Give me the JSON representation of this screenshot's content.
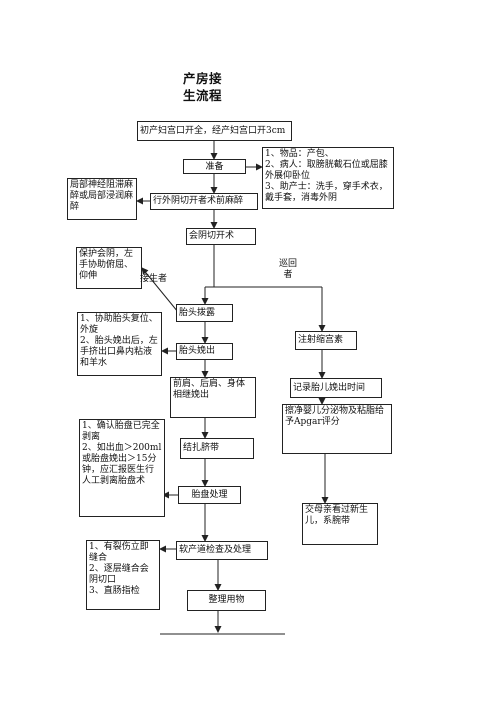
{
  "title": "产房接\n生流程",
  "nodes": {
    "start": "初产妇宫口开全，经产妇宫口开3cm",
    "prepare": "准备",
    "prepare_notes": "1、物品：产包、\n2、病人：取膀胱截石位或屈膝外展仰卧位\n3、助产士：洗手，穿手术衣，戴手套，消毒外阴",
    "anesthesia_note": "局部神经阻滞麻醉或局部浸润麻醉",
    "anesthesia": "行外阴切开者术前麻醉",
    "episiotomy": "会阴切开术",
    "protect_note": "保护会阴，左手协助俯屈、仰伸",
    "deliverer_label": "接生者",
    "circulating_label": "巡回\n者",
    "head_visible": "胎头拨露",
    "head_notes": "1、协助胎头复位、外旋\n2、胎头娩出后，左手挤出口鼻内粘液和羊水",
    "head_delivered": "胎头娩出",
    "shoulders": "前肩、后肩、身体相继娩出",
    "oxytocin": "注射缩宫素",
    "record_time": "记录胎儿娩出时间",
    "placenta_notes": "1、确认胎盘已完全剥离\n2、如出血＞200ml或胎盘娩出＞15分钟，应汇报医生行人工剥离胎盘术",
    "cord": "结扎脐带",
    "apgar": "擦净婴儿分泌物及粘脂给予Apgar评分",
    "placenta": "胎盘处理",
    "skin_contact": "交母亲看过新生儿，系腕带",
    "tear_notes": "1、有裂伤立即缝合\n2、逐层缝合会阴切口\n3、直肠指检",
    "canal_check": "软产道检查及处理",
    "tidy_up": "整理用物"
  }
}
